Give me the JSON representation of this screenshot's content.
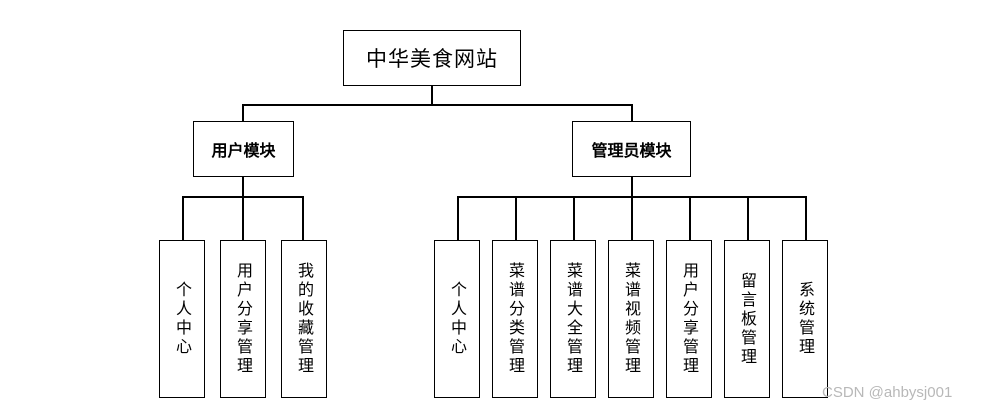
{
  "root": {
    "label": "中华美食网站"
  },
  "modules": [
    {
      "label": "用户模块",
      "children": [
        "个人中心",
        "用户分享管理",
        "我的收藏管理"
      ]
    },
    {
      "label": "管理员模块",
      "children": [
        "个人中心",
        "菜谱分类管理",
        "菜谱大全管理",
        "菜谱视频管理",
        "用户分享管理",
        "留言板管理",
        "系统管理"
      ]
    }
  ],
  "watermark": "CSDN @ahbysj001"
}
